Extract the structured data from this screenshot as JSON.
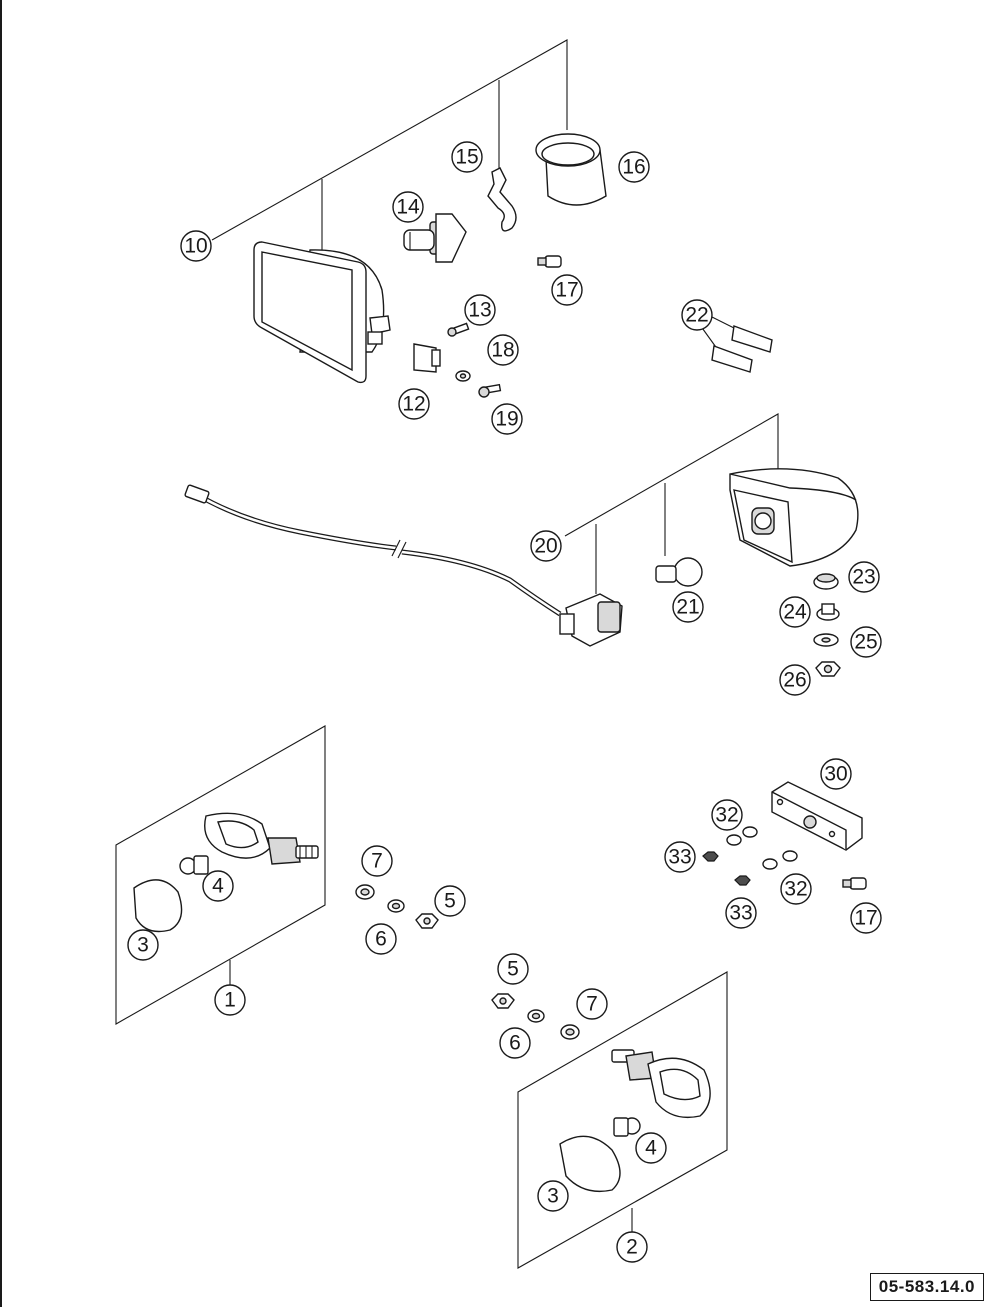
{
  "drawing_code": "05-583.14.0",
  "colors": {
    "line": "#1a1a1a",
    "fill_light": "#d9d9d9",
    "fill_dark": "#4d4d4d"
  },
  "callouts": {
    "c10": "10",
    "c14": "14",
    "c15": "15",
    "c16": "16",
    "c17a": "17",
    "c13": "13",
    "c18": "18",
    "c12": "12",
    "c19": "19",
    "c22": "22",
    "c20": "20",
    "c21": "21",
    "c23": "23",
    "c24": "24",
    "c25": "25",
    "c26": "26",
    "c1": "1",
    "c3a": "3",
    "c4a": "4",
    "c7a": "7",
    "c5a": "5",
    "c6a": "6",
    "c30": "30",
    "c32a": "32",
    "c33a": "33",
    "c32b": "32",
    "c33b": "33",
    "c17b": "17",
    "c5b": "5",
    "c6b": "6",
    "c7b": "7",
    "c2": "2",
    "c3b": "3",
    "c4b": "4"
  }
}
